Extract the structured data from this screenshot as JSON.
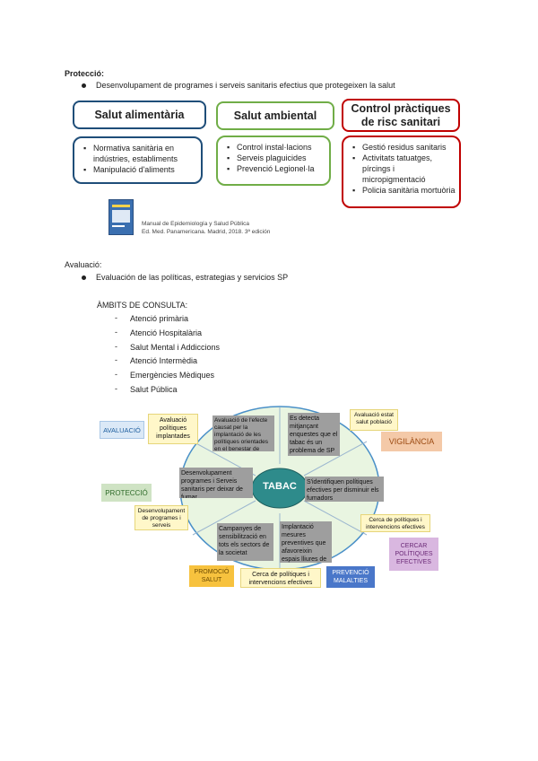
{
  "proteccio": {
    "heading": "Protecció:",
    "bullet": "Desenvolupament de programes i serveis sanitaris efectius que protegeixen la salut"
  },
  "boxes": [
    {
      "title": "Salut alimentària",
      "color": "#1f4e79",
      "items": [
        "Normativa sanitària en indústries, establiments",
        "Manipulació d'aliments"
      ]
    },
    {
      "title": "Salut ambiental",
      "color": "#70ad47",
      "items": [
        "Control instal·lacions",
        "Serveis plaguicides",
        "Prevenció Legionel·la"
      ]
    },
    {
      "title": "Control pràctiques de risc sanitari",
      "color": "#c00000",
      "items": [
        "Gestió residus sanitaris",
        "Activitats tatuatges, pírcings i micropigmentació",
        "Policia sanitària mortuòria"
      ]
    }
  ],
  "book": {
    "line1": "Manual de Epidemiología y Salud Pública",
    "line2": "Ed. Med. Panamericana. Madrid, 2018. 3ª edición",
    "cover_color": "#3a6fb0"
  },
  "avaluacio": {
    "heading": "Avaluació:",
    "bullet": "Evaluación de las políticas, estrategias y servicios SP",
    "ambits_title": "ÀMBITS DE CONSULTA:",
    "ambits": [
      "Atenció primària",
      "Atenció Hospitalària",
      "Salut Mental i Addiccions",
      "Atenció Intermèdia",
      "Emergències Mèdiques",
      "Salut Pública"
    ]
  },
  "diagram": {
    "center": "TABAC",
    "center_color": "#2e8b8b",
    "wheel_color": "#e9f5e1",
    "wheel_border": "#4a90c8",
    "segments": [
      "Avaluació de l'efecte causat per la implantació de les polítiques orientades en el benestar de fumadors",
      "Es detecta mitjançant enquestes que el tabac és un problema de SP",
      "S'identifiquen polítiques efectives per disminuir els fumadors",
      "Implantació mesures preventives que afavoreixin espais lliures de fum",
      "Campanyes de sensibilització en tots els sectors de la societat",
      "Desenvolupament programes i Serveis sanitaris per deixar de fumar"
    ],
    "notes": [
      "Avaluació polítiques implantades",
      "Avaluació estat salut població",
      "Cerca de polítiques i intervencions efectives",
      "Cerca de polítiques i intervencions efectives",
      "Desenvolupament de programes i serveis"
    ],
    "tags": [
      {
        "label": "AVALUACIÓ",
        "bg": "#dbe9f7",
        "fg": "#1f5f9f"
      },
      {
        "label": "VIGILÀNCIA",
        "bg": "#f4c9a8",
        "fg": "#9c4a12"
      },
      {
        "label": "PROTECCIÓ",
        "bg": "#cfe3c4",
        "fg": "#2f6b2a"
      },
      {
        "label": "CERCAR POLÍTIQUES EFECTIVES",
        "bg": "#d9b7e0",
        "fg": "#6b2a77"
      },
      {
        "label": "PROMOCIÓ SALUT",
        "bg": "#f7c23e",
        "fg": "#6b4a00"
      },
      {
        "label": "PREVENCIÓ MALALTIES",
        "bg": "#4a77c9",
        "fg": "#ffffff"
      }
    ]
  }
}
